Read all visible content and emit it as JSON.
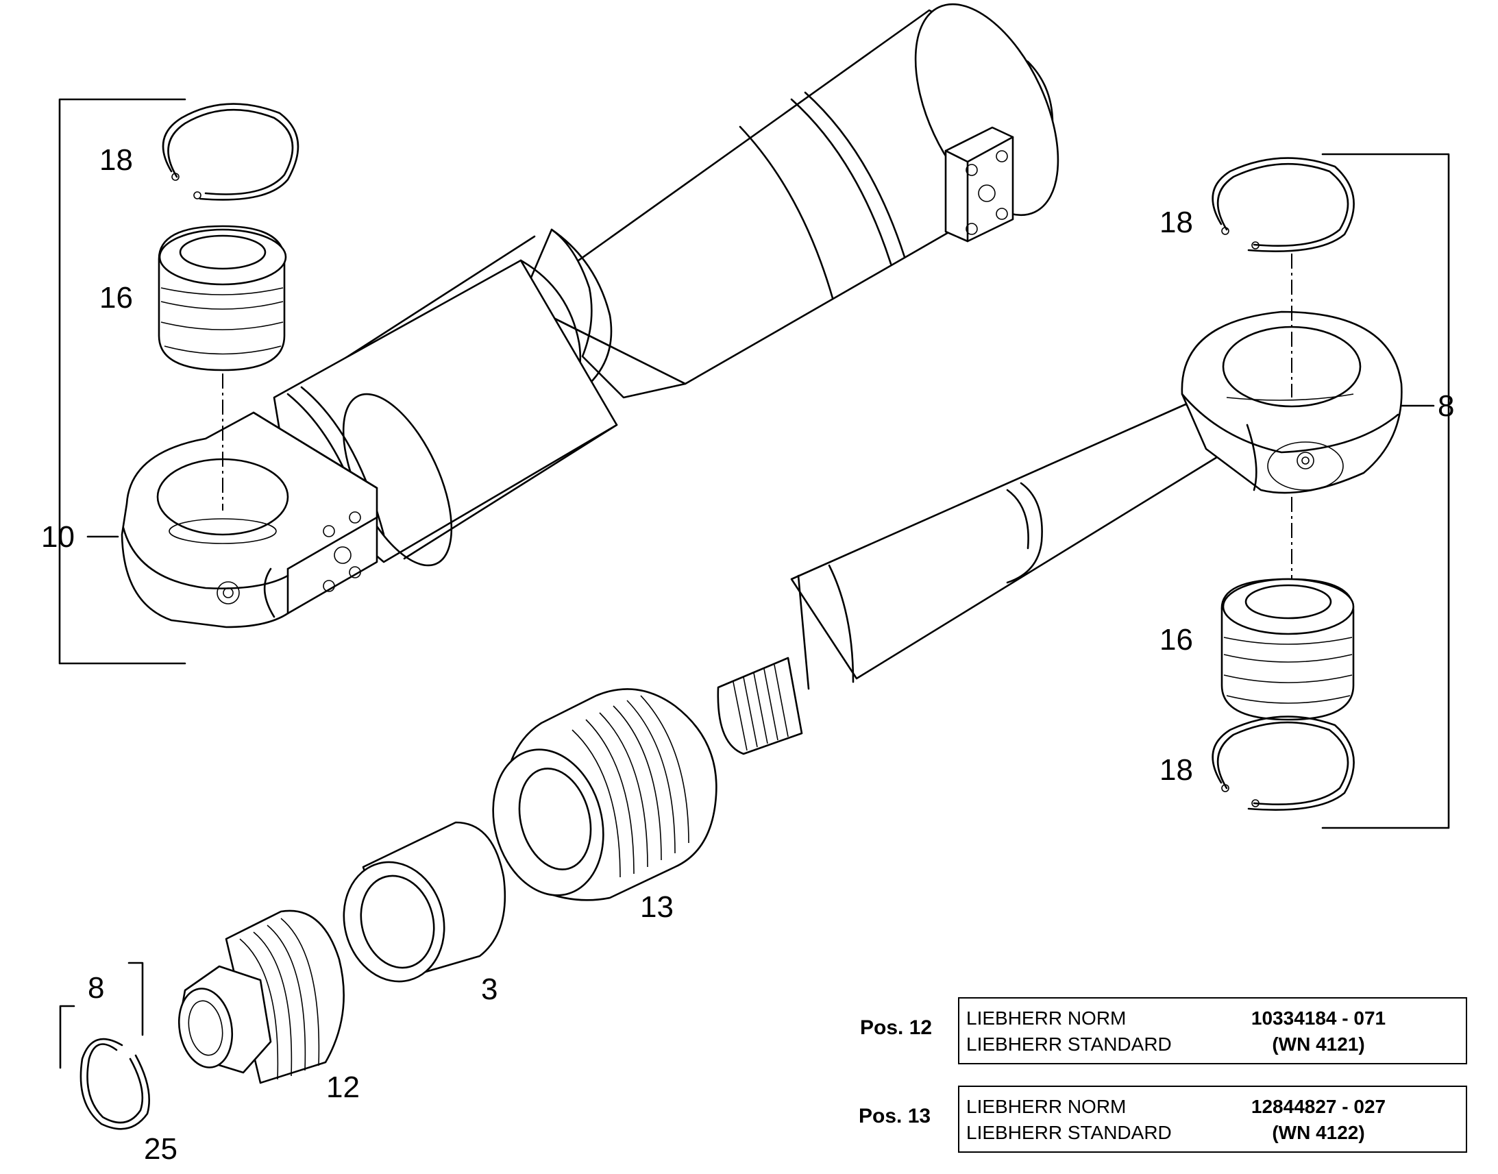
{
  "callouts": {
    "c18a": "18",
    "c16a": "16",
    "c10": "10",
    "c18b": "18",
    "c8a": "8",
    "c16b": "16",
    "c18c": "18",
    "c13": "13",
    "c3": "3",
    "c12": "12",
    "c8b": "8",
    "c25": "25"
  },
  "spec_tables": [
    {
      "pos": "Pos. 12",
      "rows": [
        {
          "name": "LIEBHERR NORM",
          "value": "10334184 - 071"
        },
        {
          "name": "LIEBHERR STANDARD",
          "value": "(WN 4121)"
        }
      ]
    },
    {
      "pos": "Pos. 13",
      "rows": [
        {
          "name": "LIEBHERR NORM",
          "value": "12844827 - 027"
        },
        {
          "name": "LIEBHERR STANDARD",
          "value": "(WN 4122)"
        }
      ]
    }
  ]
}
